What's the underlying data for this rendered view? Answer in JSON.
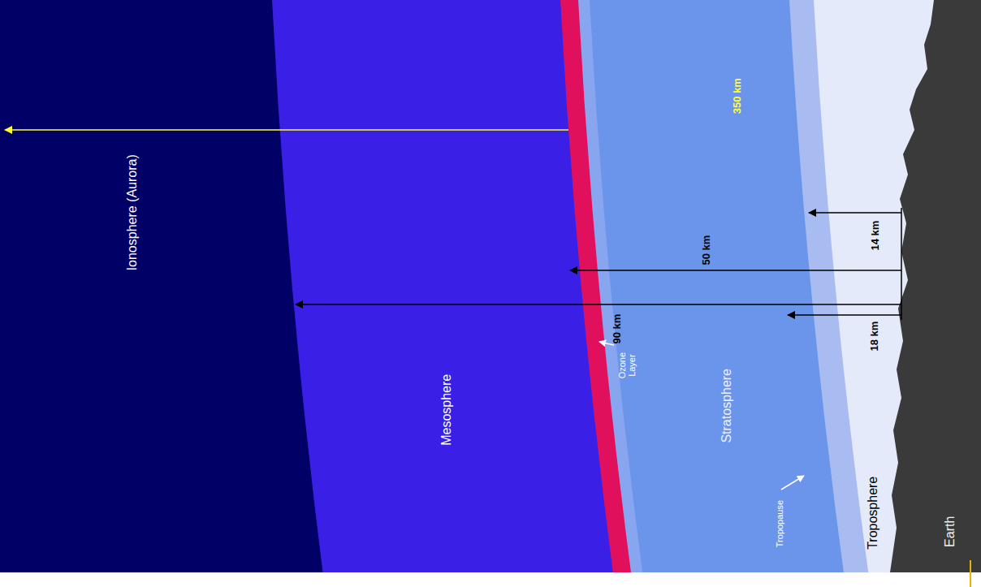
{
  "diagram": {
    "nodes": [
      {
        "text": [
          "Ionosphere (Aurora)"
        ]
      },
      {
        "text": [
          "Mesosphere"
        ]
      },
      {
        "text": [
          "Stratosphere"
        ]
      },
      {
        "text": [
          "Troposphere"
        ]
      },
      {
        "text": [
          "Earth"
        ]
      }
    ],
    "labels": [
      "350 km",
      "90 km",
      "50 km",
      "14 km",
      "18 km",
      "Ozone Layer",
      "Tropopause"
    ]
  }
}
